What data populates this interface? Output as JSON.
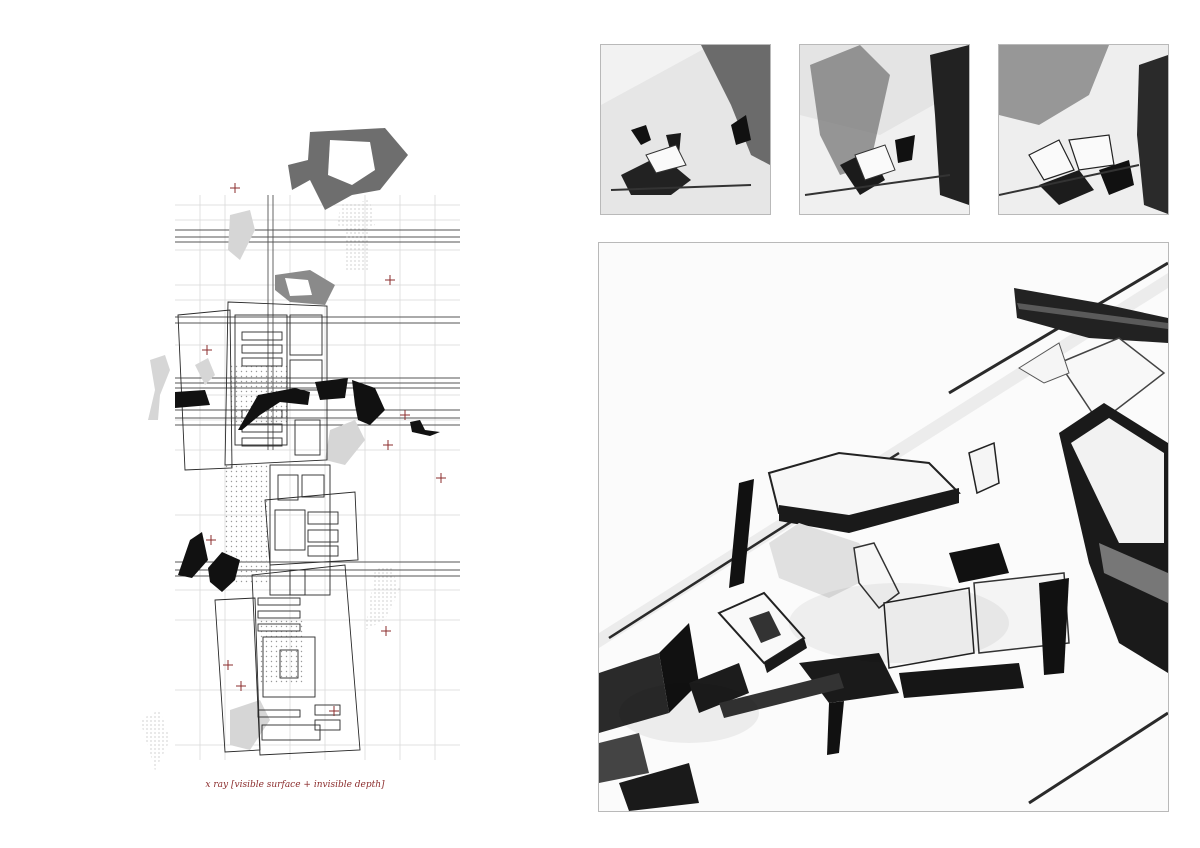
{
  "caption": "x ray [visible surface + invisible depth]",
  "colors": {
    "accent_red": "#8b2c2c",
    "ink": "#111111",
    "grey_fill": "#6e6e6e",
    "light_grey": "#d8d8d8",
    "grid": "#cfcfcf"
  },
  "panels": {
    "left": "xray-site-drawing",
    "photos_top": [
      "model-process-photo-1",
      "model-process-photo-2",
      "model-process-photo-3"
    ],
    "photo_main": "model-overview-photo"
  }
}
